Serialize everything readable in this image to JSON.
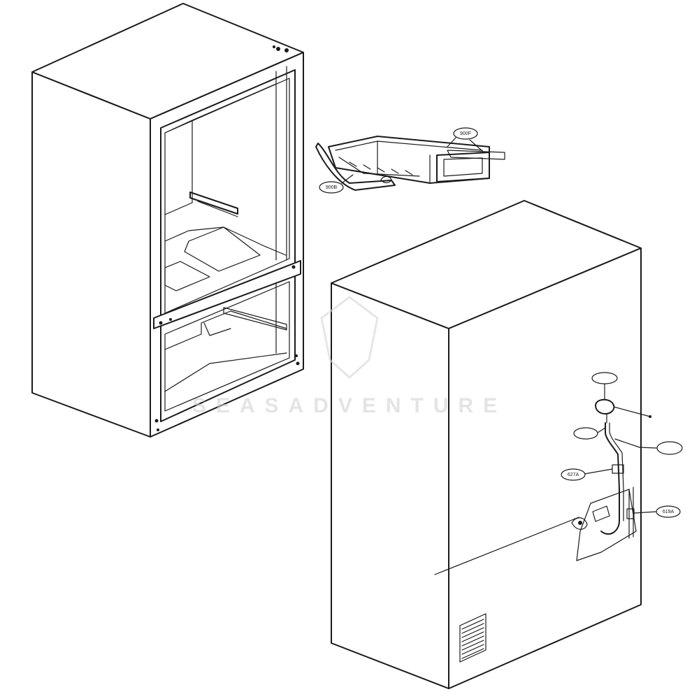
{
  "watermark": {
    "text": "SEASADVENTURE"
  },
  "callouts": {
    "icemaker_top": "900F",
    "icemaker_bottom": "900B",
    "valve_top": "",
    "tube_left": "",
    "tube_right": "",
    "clamp": "627A",
    "bracket": "619A"
  }
}
